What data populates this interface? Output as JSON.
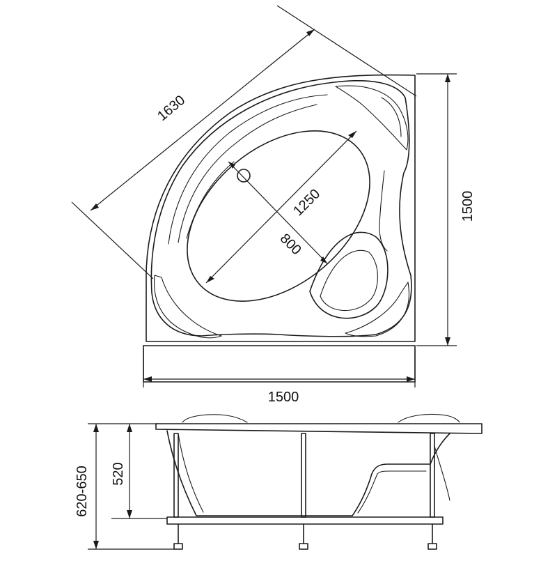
{
  "top_view": {
    "diagonal_length": "1630",
    "right_height": "1500",
    "bottom_width": "1500",
    "basin_length": "1250",
    "basin_width": "800"
  },
  "side_view": {
    "total_height": "620-650",
    "bowl_height": "520"
  },
  "colors": {
    "line": "#1a1a1a",
    "background": "#ffffff"
  }
}
